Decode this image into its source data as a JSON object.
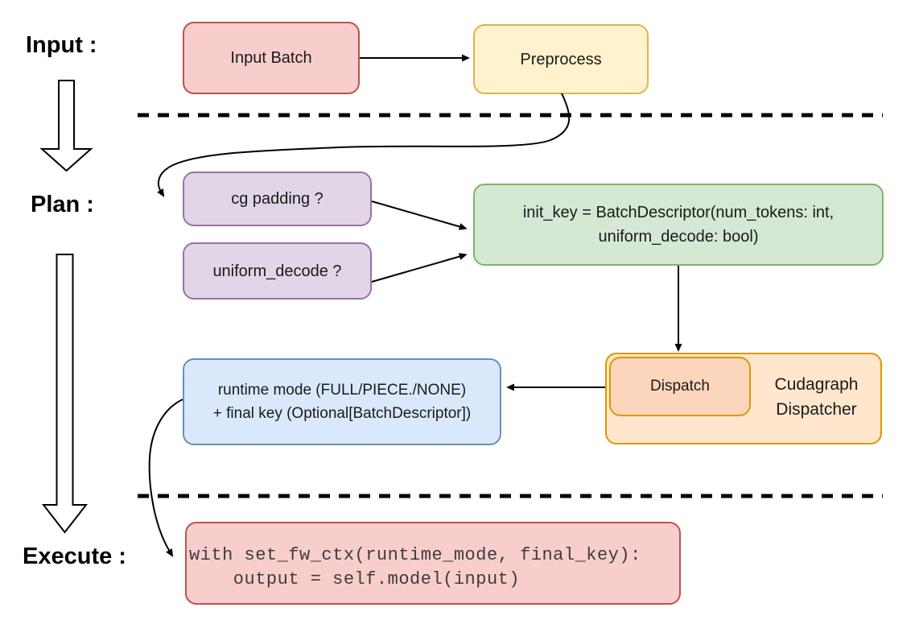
{
  "stages": {
    "input": "Input :",
    "plan": "Plan :",
    "execute": "Execute :"
  },
  "nodes": {
    "input_batch": "Input Batch",
    "preprocess": "Preprocess",
    "cg_padding": "cg padding ?",
    "uniform_decode": "uniform_decode ?",
    "init_key": {
      "line1": "init_key = BatchDescriptor(num_tokens: int,",
      "line2": "uniform_decode: bool)"
    },
    "dispatch": "Dispatch",
    "cudagraph_dispatcher": {
      "line1": "Cudagraph",
      "line2": "Dispatcher"
    },
    "runtime_result": {
      "line1": "runtime mode (FULL/PIECE./NONE)",
      "line2": "+ final key (Optional[BatchDescriptor])"
    },
    "execute_code": {
      "line1": "with set_fw_ctx(runtime_mode, final_key):",
      "line2": "    output = self.model(input)"
    }
  },
  "colors": {
    "red_fill": "#f8cecc",
    "red_stroke": "#b85450",
    "yellow_fill": "#fff2cc",
    "yellow_stroke": "#d6b656",
    "purple_fill": "#e1d5e7",
    "purple_stroke": "#9673a6",
    "green_fill": "#d5e8d4",
    "green_stroke": "#82b366",
    "blue_fill": "#dae8fc",
    "blue_stroke": "#6c8ebf",
    "orange_fill": "#ffe6cc",
    "orange_inner_fill": "#fcd5bd",
    "orange_stroke": "#d79b00",
    "line_color": "#000000"
  }
}
